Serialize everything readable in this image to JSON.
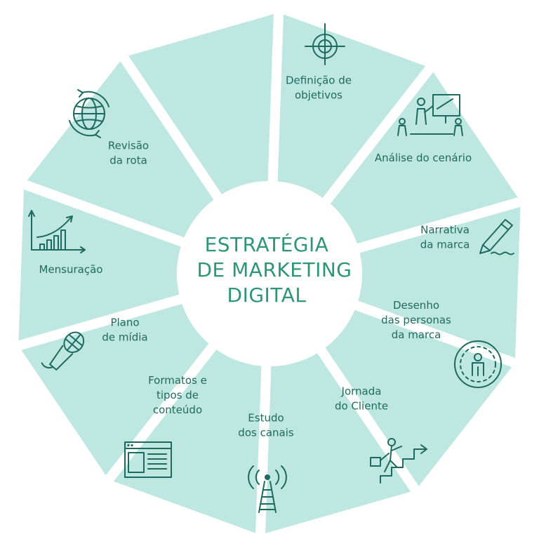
{
  "title_lines": [
    "ESTRATÉGIA",
    "DE MARKETING",
    "DIGITAL"
  ],
  "segments": [
    {
      "id": "definicao",
      "lines": [
        "Definição de",
        "objetivos"
      ],
      "icon": "target-icon"
    },
    {
      "id": "analise",
      "lines": [
        "Análise do cenário"
      ],
      "icon": "presentation-icon"
    },
    {
      "id": "narrativa",
      "lines": [
        "Narrativa",
        "da marca"
      ],
      "icon": "pencil-icon"
    },
    {
      "id": "desenho",
      "lines": [
        "Desenho",
        "das personas",
        "da marca"
      ],
      "icon": "persona-icon"
    },
    {
      "id": "jornada",
      "lines": [
        "Jornada",
        "do Cliente"
      ],
      "icon": "climbing-man-icon"
    },
    {
      "id": "estudo",
      "lines": [
        "Estudo",
        "dos canais"
      ],
      "icon": "antenna-icon"
    },
    {
      "id": "formatos",
      "lines": [
        "Formatos e",
        "tipos de",
        "conteúdo"
      ],
      "icon": "browser-window-icon"
    },
    {
      "id": "plano",
      "lines": [
        "Plano",
        "de mídia"
      ],
      "icon": "microphone-icon"
    },
    {
      "id": "mensuracao",
      "lines": [
        "Mensuração"
      ],
      "icon": "growth-chart-icon"
    },
    {
      "id": "revisao",
      "lines": [
        "Revisão",
        "da rota"
      ],
      "icon": "globe-refresh-icon"
    }
  ],
  "colors": {
    "segment": "#bfe7e1",
    "label": "#1f6b5e",
    "title": "#2c9676",
    "icon": "#1d6b5e"
  }
}
